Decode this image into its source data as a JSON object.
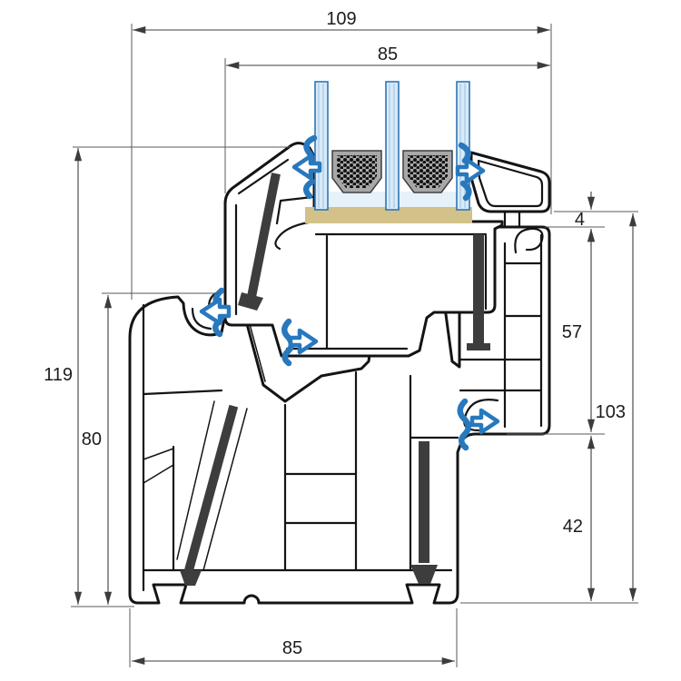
{
  "drawing": {
    "kind": "technical-cross-section",
    "dimensions": {
      "top_overall_width": "109",
      "top_glazing_width": "85",
      "right_offset": "4",
      "right_sash_section_height": "57",
      "right_overall_height": "103",
      "right_frame_section_height": "42",
      "left_overall_height": "119",
      "left_frame_height": "80",
      "bottom_frame_width": "85"
    },
    "colors": {
      "outline": "#141414",
      "dimension_lines": "#3c3c3c",
      "glass_fill": "#d9eaf8",
      "glass_edge": "#2e76b5",
      "sealant_fill": "#e7f1fa",
      "spacer_fill": "#a8a8a8",
      "glazing_block_fill": "#d2c189",
      "gasket_blue": "#2878be",
      "steel_reinforcement": "#3d3d3d",
      "background": "#ffffff"
    }
  }
}
